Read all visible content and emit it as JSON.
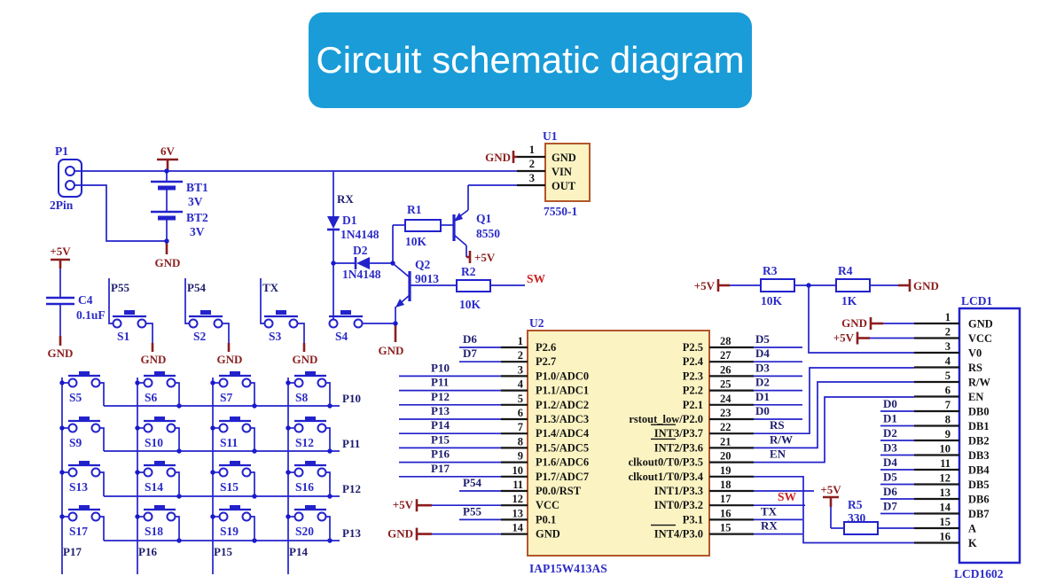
{
  "title": {
    "text": "Circuit schematic diagram"
  },
  "colors": {
    "banner": "#1A9CD8",
    "wire": "#2222CC",
    "component_label": "#2A2AC8",
    "net_label": "#1C1C6E",
    "power_flag": "#8B1E1E",
    "signal_red": "#CC2020",
    "chip_fill": "#FBF3C2",
    "chip_border": "#B2562B",
    "pin_text": "#141414"
  },
  "power_input": {
    "connector_ref": "P1",
    "connector_type": "2Pin",
    "rail_net": "6V",
    "bt1_ref": "BT1",
    "bt1_value": "3V",
    "bt2_ref": "BT2",
    "bt2_value": "3V",
    "gnd": "GND"
  },
  "regulator": {
    "ref": "U1",
    "part": "7550-1",
    "pin1_num": "1",
    "pin1_name": "GND",
    "pin1_flag": "GND",
    "pin2_num": "2",
    "pin2_name": "VIN",
    "pin3_num": "3",
    "pin3_name": "OUT"
  },
  "reset_circuit": {
    "rx_net": "RX",
    "d1_ref": "D1",
    "d1_value": "1N4148",
    "d2_ref": "D2",
    "d2_value": "1N4148",
    "r1_ref": "R1",
    "r1_value": "10K",
    "q1_ref": "Q1",
    "q1_value": "8550",
    "q1_flag": "+5V",
    "q2_ref": "Q2",
    "q2_value": "9013",
    "r2_ref": "R2",
    "r2_value": "10K",
    "sw_net": "SW",
    "s4_ref": "S4",
    "s4_gnd": "GND"
  },
  "decoupling": {
    "flag": "+5V",
    "cap_ref": "C4",
    "cap_value": "0.1uF",
    "gnd": "GND"
  },
  "function_buttons": [
    {
      "net": "P55",
      "ref": "S1",
      "gnd": "GND"
    },
    {
      "net": "P54",
      "ref": "S2",
      "gnd": "GND"
    },
    {
      "net": "TX",
      "ref": "S3",
      "gnd": "GND"
    }
  ],
  "keypad": {
    "buttons": [
      "S5",
      "S6",
      "S7",
      "S8",
      "S9",
      "S10",
      "S11",
      "S12",
      "S13",
      "S14",
      "S15",
      "S16",
      "S17",
      "S18",
      "S19",
      "S20"
    ],
    "row_nets": [
      "P10",
      "P11",
      "P12",
      "P13"
    ],
    "col_nets": [
      "P17",
      "P16",
      "P15",
      "P14"
    ]
  },
  "mcu": {
    "ref": "U2",
    "part": "IAP15W413AS",
    "left_pins": [
      {
        "num": "1",
        "name": "P2.6",
        "net": "D6",
        "len": "short"
      },
      {
        "num": "2",
        "name": "P2.7",
        "net": "D7",
        "len": "short"
      },
      {
        "num": "3",
        "name": "P1.0/ADC0",
        "net": "P10",
        "len": "long"
      },
      {
        "num": "4",
        "name": "P1.1/ADC1",
        "net": "P11",
        "len": "long"
      },
      {
        "num": "5",
        "name": "P1.2/ADC2",
        "net": "P12",
        "len": "long"
      },
      {
        "num": "6",
        "name": "P1.3/ADC3",
        "net": "P13",
        "len": "long"
      },
      {
        "num": "7",
        "name": "P1.4/ADC4",
        "net": "P14",
        "len": "long"
      },
      {
        "num": "8",
        "name": "P1.5/ADC5",
        "net": "P15",
        "len": "long"
      },
      {
        "num": "9",
        "name": "P1.6/ADC6",
        "net": "P16",
        "len": "long"
      },
      {
        "num": "10",
        "name": "P1.7/ADC7",
        "net": "P17",
        "len": "long"
      },
      {
        "num": "11",
        "name": "P0.0/RST",
        "net": "P54",
        "len": "short"
      },
      {
        "num": "12",
        "name": "VCC",
        "flag": "+5V"
      },
      {
        "num": "13",
        "name": "P0.1",
        "net": "P55",
        "len": "short"
      },
      {
        "num": "14",
        "name": "GND",
        "flag": "GND"
      }
    ],
    "right_pins": [
      {
        "num": "28",
        "name": "P2.5",
        "net": "D5"
      },
      {
        "num": "27",
        "name": "P2.4",
        "net": "D4"
      },
      {
        "num": "26",
        "name": "P2.3",
        "net": "D3"
      },
      {
        "num": "25",
        "name": "P2.2",
        "net": "D2"
      },
      {
        "num": "24",
        "name": "P2.1",
        "net": "D1"
      },
      {
        "num": "23",
        "name": "rstout_low/P2.0",
        "net": "D0"
      },
      {
        "num": "22",
        "name": "INT3/P3.7",
        "net": "RS",
        "overline": true,
        "route": "rs"
      },
      {
        "num": "21",
        "name": "INT2/P3.6",
        "net": "R/W",
        "overline": true,
        "route": "rw"
      },
      {
        "num": "20",
        "name": "clkout0/T0/P3.5",
        "net": "EN",
        "route": "en"
      },
      {
        "num": "19",
        "name": "clkout1/T0/P3.4",
        "route": "k"
      },
      {
        "num": "18",
        "name": "INT1/P3.3",
        "route": "wire18"
      },
      {
        "num": "17",
        "name": "INT0/P3.2",
        "net": "SW",
        "red": true
      },
      {
        "num": "16",
        "name": "P3.1",
        "net": "TX"
      },
      {
        "num": "15",
        "name": "INT4/P3.0",
        "net": "RX",
        "overline": true
      }
    ]
  },
  "divider": {
    "flag": "+5V",
    "r3_ref": "R3",
    "r3_value": "10K",
    "r4_ref": "R4",
    "r4_value": "1K",
    "gnd": "GND"
  },
  "backlight": {
    "flag": "+5V",
    "r5_ref": "R5",
    "r5_value": "330"
  },
  "lcd": {
    "ref": "LCD1",
    "part": "LCD1602",
    "pins": [
      {
        "num": "1",
        "name": "GND",
        "flag": "GND"
      },
      {
        "num": "2",
        "name": "VCC",
        "flag": "+5V"
      },
      {
        "num": "3",
        "name": "V0"
      },
      {
        "num": "4",
        "name": "RS"
      },
      {
        "num": "5",
        "name": "R/W"
      },
      {
        "num": "6",
        "name": "EN"
      },
      {
        "num": "7",
        "name": "DB0",
        "net": "D0"
      },
      {
        "num": "8",
        "name": "DB1",
        "net": "D1"
      },
      {
        "num": "9",
        "name": "DB2",
        "net": "D2"
      },
      {
        "num": "10",
        "name": "DB3",
        "net": "D3"
      },
      {
        "num": "11",
        "name": "DB4",
        "net": "D4"
      },
      {
        "num": "12",
        "name": "DB5",
        "net": "D5"
      },
      {
        "num": "13",
        "name": "DB6",
        "net": "D6"
      },
      {
        "num": "14",
        "name": "DB7",
        "net": "D7"
      },
      {
        "num": "15",
        "name": "A"
      },
      {
        "num": "16",
        "name": "K"
      }
    ]
  }
}
